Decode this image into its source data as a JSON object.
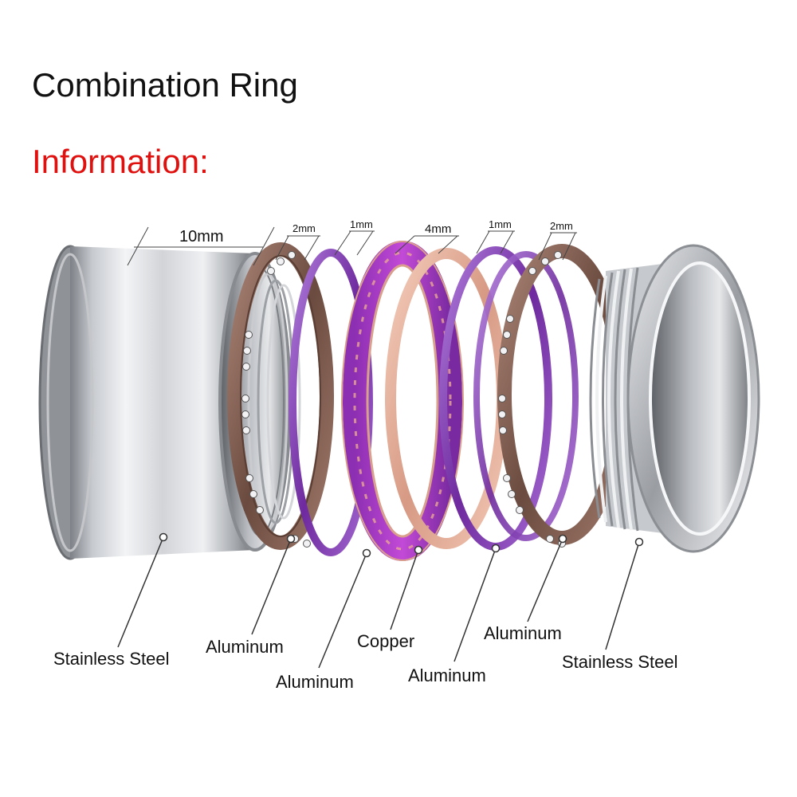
{
  "title": "Combination Ring",
  "subtitle": "Information:",
  "subtitle_color": "#e0100f",
  "dimensions": [
    "10mm",
    "2mm",
    "1mm",
    "4mm",
    "1mm",
    "2mm"
  ],
  "materials": [
    "Stainless Steel",
    "Aluminum",
    "Aluminum",
    "Copper",
    "Aluminum",
    "Aluminum",
    "Stainless Steel"
  ],
  "colors": {
    "steel": "#c8cbd0",
    "bronze": "#7a5a4c",
    "purple": "#8a3fb8",
    "rose_gold": "#e6b09a"
  }
}
